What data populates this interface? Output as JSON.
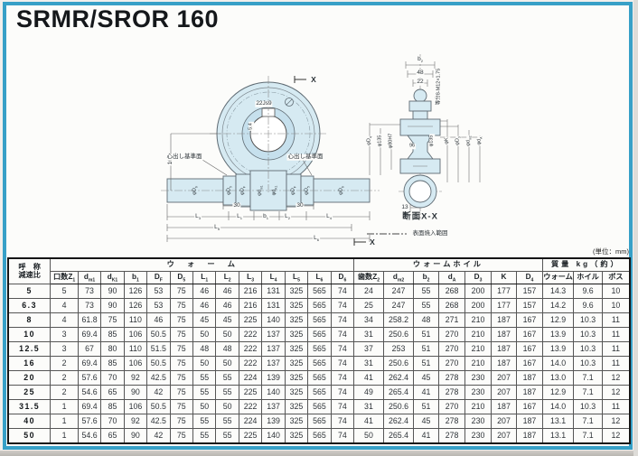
{
  "page": {
    "title": "SRMR/SROR 160",
    "unit_note": "(単位：mm)"
  },
  "colors": {
    "frame": "#37a0c7",
    "drawing_fill": "#d6eaf2"
  },
  "drawings": {
    "front_view": {
      "section_marker": "X",
      "keyway_width": "22Js9",
      "keyway_depth": "5.4",
      "center_height": "160",
      "datum_label": "心出し基準面",
      "step_dim": "30",
      "dim_l3": "L~3~",
      "dim_l1": "L~1~",
      "dim_b1": "b~1~",
      "dim_l2": "L~2~",
      "dim_l4": "L~4~",
      "dim_l5": "L~5~",
      "dim_l6": "L~6~",
      "shaft_d6": "φD~6~",
      "shaft_d5": "φD~5~",
      "shaft_df": "φD~F~",
      "shaft_dm1": "φd~m1~",
      "shaft_dk1": "φd~K1~"
    },
    "section_view": {
      "caption": "断面X-X",
      "bolt_note": "等分8-M12×1.75",
      "dim_b2": "b~2~",
      "dim_48": "48",
      "dim_22": "22",
      "dia_d4": "φD~4~",
      "dia_135_left": "φ135",
      "dia_80": "φ80H7",
      "dim_96": "96",
      "dia_135_right": "φ135",
      "dia_k": "φK",
      "dia_d3": "φD~3~",
      "dia_dm2": "φd~m2~",
      "dia_da": "φd~A~",
      "dim_13": "13",
      "hardening_note": "表面焼入範囲"
    }
  },
  "table": {
    "row_header_line1": "呼　称",
    "row_header_line2": "減速比",
    "groups": [
      {
        "label": "ウ　ォ　ー　ム",
        "cols": [
          "口数Z~1~",
          "d~m1~",
          "d~K1~",
          "b~1~",
          "D~F~",
          "D~5~",
          "L~1~",
          "L~2~",
          "L~3~",
          "L~4~",
          "L~5~",
          "L~6~",
          "D~6~"
        ]
      },
      {
        "label": "ウォームホイル",
        "cols": [
          "歯数Z~2~",
          "d~m2~",
          "b~2~",
          "d~A~",
          "D~3~",
          "K",
          "D~4~"
        ]
      },
      {
        "label": "質量 kg（約）",
        "cols": [
          "ウォーム",
          "ホイル",
          "ボス"
        ]
      }
    ],
    "rows": [
      {
        "ratio": "5",
        "values": [
          "5",
          "73",
          "90",
          "126",
          "53",
          "75",
          "46",
          "46",
          "216",
          "131",
          "325",
          "565",
          "74",
          "24",
          "247",
          "55",
          "268",
          "200",
          "177",
          "157",
          "14.3",
          "9.6",
          "10"
        ]
      },
      {
        "ratio": "6.3",
        "values": [
          "4",
          "73",
          "90",
          "126",
          "53",
          "75",
          "46",
          "46",
          "216",
          "131",
          "325",
          "565",
          "74",
          "25",
          "247",
          "55",
          "268",
          "200",
          "177",
          "157",
          "14.2",
          "9.6",
          "10"
        ]
      },
      {
        "ratio": "8",
        "values": [
          "4",
          "61.8",
          "75",
          "110",
          "46",
          "75",
          "45",
          "45",
          "225",
          "140",
          "325",
          "565",
          "74",
          "34",
          "258.2",
          "48",
          "271",
          "210",
          "187",
          "167",
          "12.9",
          "10.3",
          "11"
        ]
      },
      {
        "ratio": "10",
        "values": [
          "3",
          "69.4",
          "85",
          "106",
          "50.5",
          "75",
          "50",
          "50",
          "222",
          "137",
          "325",
          "565",
          "74",
          "31",
          "250.6",
          "51",
          "270",
          "210",
          "187",
          "167",
          "13.9",
          "10.3",
          "11"
        ]
      },
      {
        "ratio": "12.5",
        "values": [
          "3",
          "67",
          "80",
          "110",
          "51.5",
          "75",
          "48",
          "48",
          "222",
          "137",
          "325",
          "565",
          "74",
          "37",
          "253",
          "51",
          "270",
          "210",
          "187",
          "167",
          "13.9",
          "10.3",
          "11"
        ]
      },
      {
        "ratio": "16",
        "values": [
          "2",
          "69.4",
          "85",
          "106",
          "50.5",
          "75",
          "50",
          "50",
          "222",
          "137",
          "325",
          "565",
          "74",
          "31",
          "250.6",
          "51",
          "270",
          "210",
          "187",
          "167",
          "14.0",
          "10.3",
          "11"
        ]
      },
      {
        "ratio": "20",
        "values": [
          "2",
          "57.6",
          "70",
          "92",
          "42.5",
          "75",
          "55",
          "55",
          "224",
          "139",
          "325",
          "565",
          "74",
          "41",
          "262.4",
          "45",
          "278",
          "230",
          "207",
          "187",
          "13.0",
          "7.1",
          "12"
        ]
      },
      {
        "ratio": "25",
        "values": [
          "2",
          "54.6",
          "65",
          "90",
          "42",
          "75",
          "55",
          "55",
          "225",
          "140",
          "325",
          "565",
          "74",
          "49",
          "265.4",
          "41",
          "278",
          "230",
          "207",
          "187",
          "12.9",
          "7.1",
          "12"
        ]
      },
      {
        "ratio": "31.5",
        "values": [
          "1",
          "69.4",
          "85",
          "106",
          "50.5",
          "75",
          "50",
          "50",
          "222",
          "137",
          "325",
          "565",
          "74",
          "31",
          "250.6",
          "51",
          "270",
          "210",
          "187",
          "167",
          "14.0",
          "10.3",
          "11"
        ]
      },
      {
        "ratio": "40",
        "values": [
          "1",
          "57.6",
          "70",
          "92",
          "42.5",
          "75",
          "55",
          "55",
          "224",
          "139",
          "325",
          "565",
          "74",
          "41",
          "262.4",
          "45",
          "278",
          "230",
          "207",
          "187",
          "13.1",
          "7.1",
          "12"
        ]
      },
      {
        "ratio": "50",
        "values": [
          "1",
          "54.6",
          "65",
          "90",
          "42",
          "75",
          "55",
          "55",
          "225",
          "140",
          "325",
          "565",
          "74",
          "50",
          "265.4",
          "41",
          "278",
          "230",
          "207",
          "187",
          "13.1",
          "7.1",
          "12"
        ]
      }
    ]
  }
}
